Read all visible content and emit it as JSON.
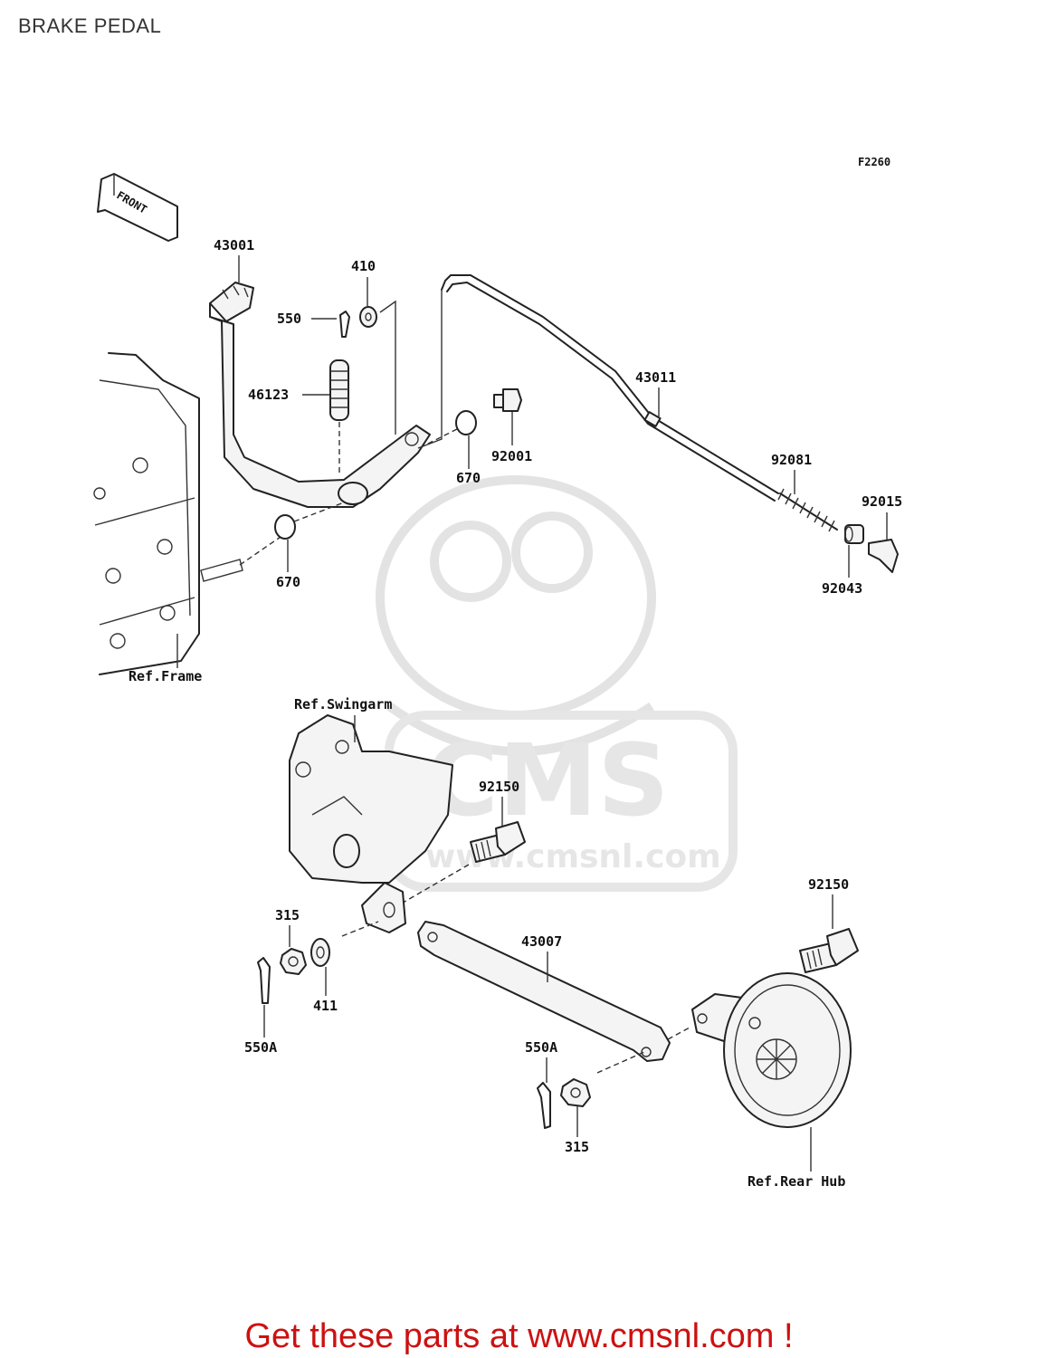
{
  "page_title": "BRAKE PEDAL",
  "figure_code": "F2260",
  "front_label": "FRONT",
  "watermark": {
    "brand": "CMS",
    "url": "www.cmsnl.com"
  },
  "callouts": {
    "c43001": "43001",
    "c410": "410",
    "c550": "550",
    "c46123": "46123",
    "c670a": "670",
    "c670b": "670",
    "c92001": "92001",
    "c43011": "43011",
    "c92081": "92081",
    "c92015": "92015",
    "c92043": "92043",
    "ref_frame": "Ref.Frame",
    "ref_swingarm": "Ref.Swingarm",
    "c92150a": "92150",
    "c92150b": "92150",
    "c315a": "315",
    "c411": "411",
    "c550a_left": "550A",
    "c43007": "43007",
    "c550a_right": "550A",
    "c315b": "315",
    "ref_rear_hub": "Ref.Rear Hub"
  },
  "footer_cta": "Get these parts at www.cmsnl.com !"
}
